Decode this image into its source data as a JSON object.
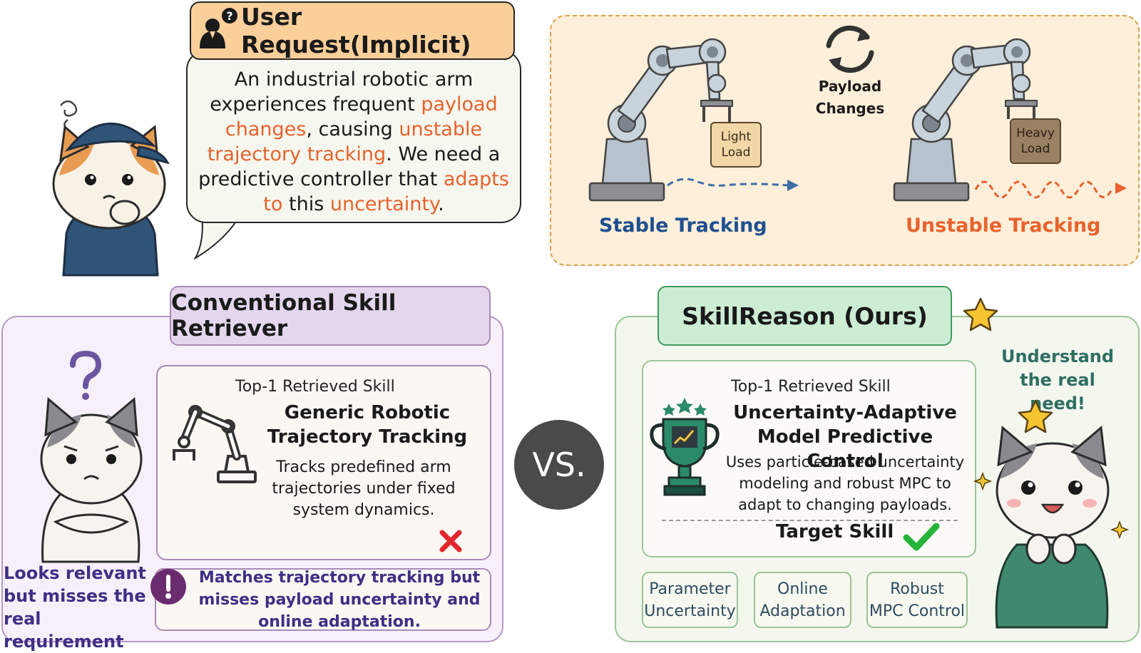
{
  "request": {
    "title": "User Request(Implicit)",
    "line1": "An industrial robotic arm",
    "line2_a": "experiences frequent ",
    "line2_b": "payload",
    "line3_a": "changes",
    "line3_b": ", causing ",
    "line3_c": "unstable",
    "line4_a": "trajectory tracking",
    "line4_b": ". We need a",
    "line5_a": "predictive controller that ",
    "line5_b": "adapts",
    "line6_a": "to",
    "line6_b": " this ",
    "line6_c": "uncertainty",
    "line6_d": "."
  },
  "payload": {
    "change_line1": "Payload",
    "change_line2": "Changes",
    "light_line1": "Light",
    "light_line2": "Load",
    "heavy_line1": "Heavy",
    "heavy_line2": "Load",
    "stable": "Stable Tracking",
    "unstable": "Unstable Tracking"
  },
  "conventional": {
    "header": "Conventional Skill Retriever",
    "top1": "Top-1 Retrieved Skill",
    "skill_line1": "Generic Robotic",
    "skill_line2": "Trajectory Tracking",
    "desc_line1": "Tracks predefined arm",
    "desc_line2": "trajectories under fixed",
    "desc_line3": "system dynamics.",
    "note_line1": "Matches trajectory tracking but",
    "note_line2": "misses payload uncertainty and",
    "note_line3": "online adaptation.",
    "left_line1": "Looks relevant",
    "left_line2": "but misses the",
    "left_line3": "real requirement"
  },
  "vs": "VS.",
  "ours": {
    "header": "SkillReason (Ours)",
    "top1": "Top-1 Retrieved Skill",
    "skill_line1": "Uncertainty-Adaptive",
    "skill_line2": "Model Predictive Control",
    "desc_line1": "Uses particle-based uncertainty",
    "desc_line2": "modeling and robust MPC to",
    "desc_line3": "adapt to changing payloads.",
    "target": "Target Skill",
    "understand_line1": "Understand",
    "understand_line2": "the real need!",
    "tags": [
      {
        "line1": "Parameter",
        "line2": "Uncertainty"
      },
      {
        "line1": "Online",
        "line2": "Adaptation"
      },
      {
        "line1": "Robust",
        "line2": "MPC Control"
      }
    ]
  },
  "colors": {
    "highlight": "#e8622d",
    "stable_blue": "#1f4f8f",
    "conventional_purple": "#3e2f86",
    "ours_green": "#3f9a5e",
    "wrong_red": "#e3262c",
    "check_green": "#26b33a"
  }
}
